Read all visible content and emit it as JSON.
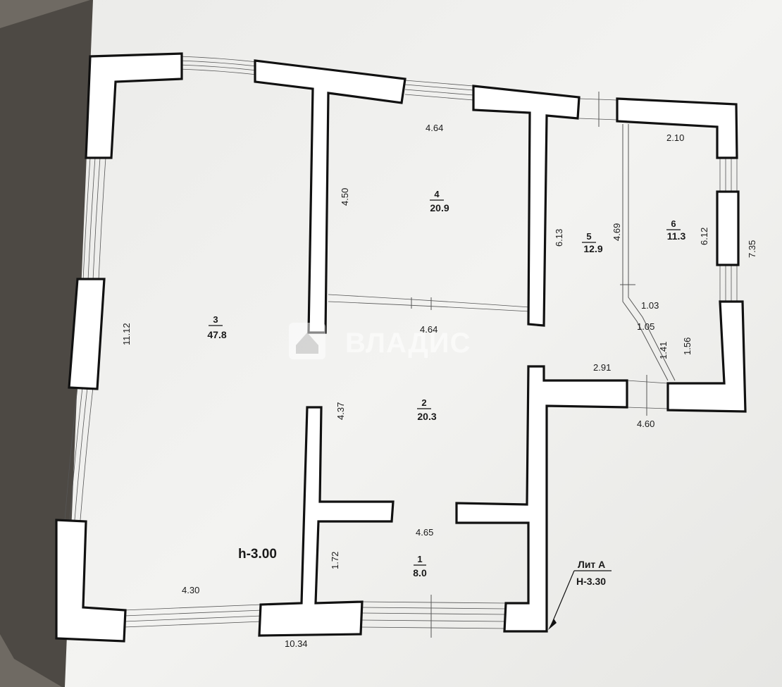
{
  "dimensions": {
    "d_464_top": "4.64",
    "d_450": "4.50",
    "d_613": "6.13",
    "d_469": "4.69",
    "d_210": "2.10",
    "d_612": "6.12",
    "d_735": "7.35",
    "d_103": "1.03",
    "d_105": "1.05",
    "d_141": "1.41",
    "d_156": "1.56",
    "d_464_mid": "4.64",
    "d_1112": "11.12",
    "d_291": "2.91",
    "d_460": "4.60",
    "d_437": "4.37",
    "d_465": "4.65",
    "d_172": "1.72",
    "d_430": "4.30",
    "d_1034": "10.34"
  },
  "rooms": [
    {
      "num": "1",
      "area": "8.0"
    },
    {
      "num": "2",
      "area": "20.3"
    },
    {
      "num": "3",
      "area": "47.8"
    },
    {
      "num": "4",
      "area": "20.9"
    },
    {
      "num": "5",
      "area": "12.9"
    },
    {
      "num": "6",
      "area": "11.3"
    }
  ],
  "ceiling_height": "h-3.00",
  "lit": {
    "line1": "Лит А",
    "line2": "Н-3.30"
  },
  "watermark": "ВЛАДИС"
}
